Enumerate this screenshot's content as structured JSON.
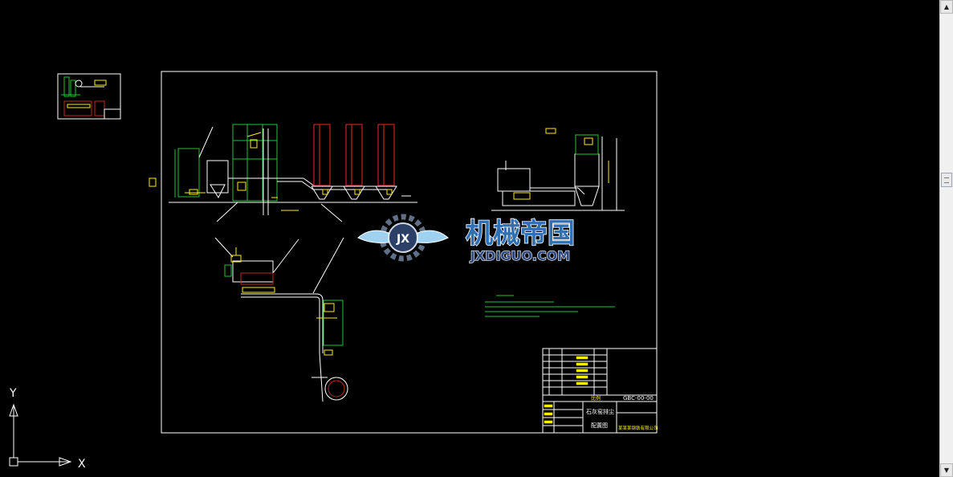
{
  "watermark": {
    "title": "机械帝国",
    "site": "JXDIGUO.COM",
    "emblem_text": "JX"
  },
  "ucs": {
    "x_label": "X",
    "y_label": "Y"
  },
  "title_block": {
    "drawing_number": "GBC-00-00",
    "scale_label": "比例",
    "part_title_1": "石灰窑排尘",
    "part_title_2": "配置图",
    "company": "某某某钢铁有限公司"
  },
  "colors": {
    "background": "#000000",
    "frame": "#ffffff",
    "structure": "#22c33a",
    "pipe": "#ffffff",
    "silo": "#c0261e",
    "annotation": "#ffee00"
  },
  "scrollbar": {
    "up_icon": "▲",
    "down_icon": "▼"
  }
}
